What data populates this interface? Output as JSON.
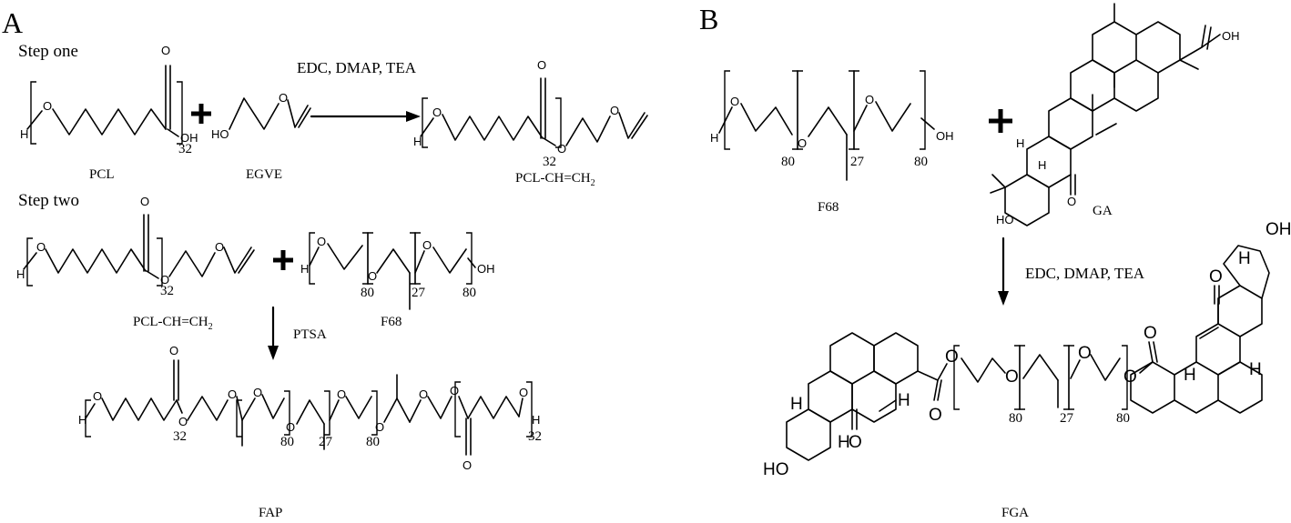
{
  "panel_a": {
    "letter": "A",
    "step_one": "Step one",
    "step_two": "Step two",
    "reagents_1": "EDC, DMAP, TEA",
    "reagents_2": "PTSA",
    "labels": {
      "pcl": "PCL",
      "egve": "EGVE",
      "pcl_vinyl": "PCL-CH=CH",
      "pcl_vinyl_sub": "2",
      "f68": "F68",
      "fap": "FAP"
    },
    "repeat_counts": {
      "pcl": "32",
      "peo": "80",
      "ppo": "27"
    },
    "atoms": {
      "o": "O",
      "h": "H",
      "oh": "OH",
      "ho": "HO"
    }
  },
  "panel_b": {
    "letter": "B",
    "reagents": "EDC, DMAP, TEA",
    "labels": {
      "f68": "F68",
      "ga": "GA",
      "fga": "FGA"
    },
    "repeat_counts": {
      "peo": "80",
      "ppo": "27"
    }
  },
  "icons": [
    "plus-icon",
    "reaction-arrow-icon"
  ]
}
